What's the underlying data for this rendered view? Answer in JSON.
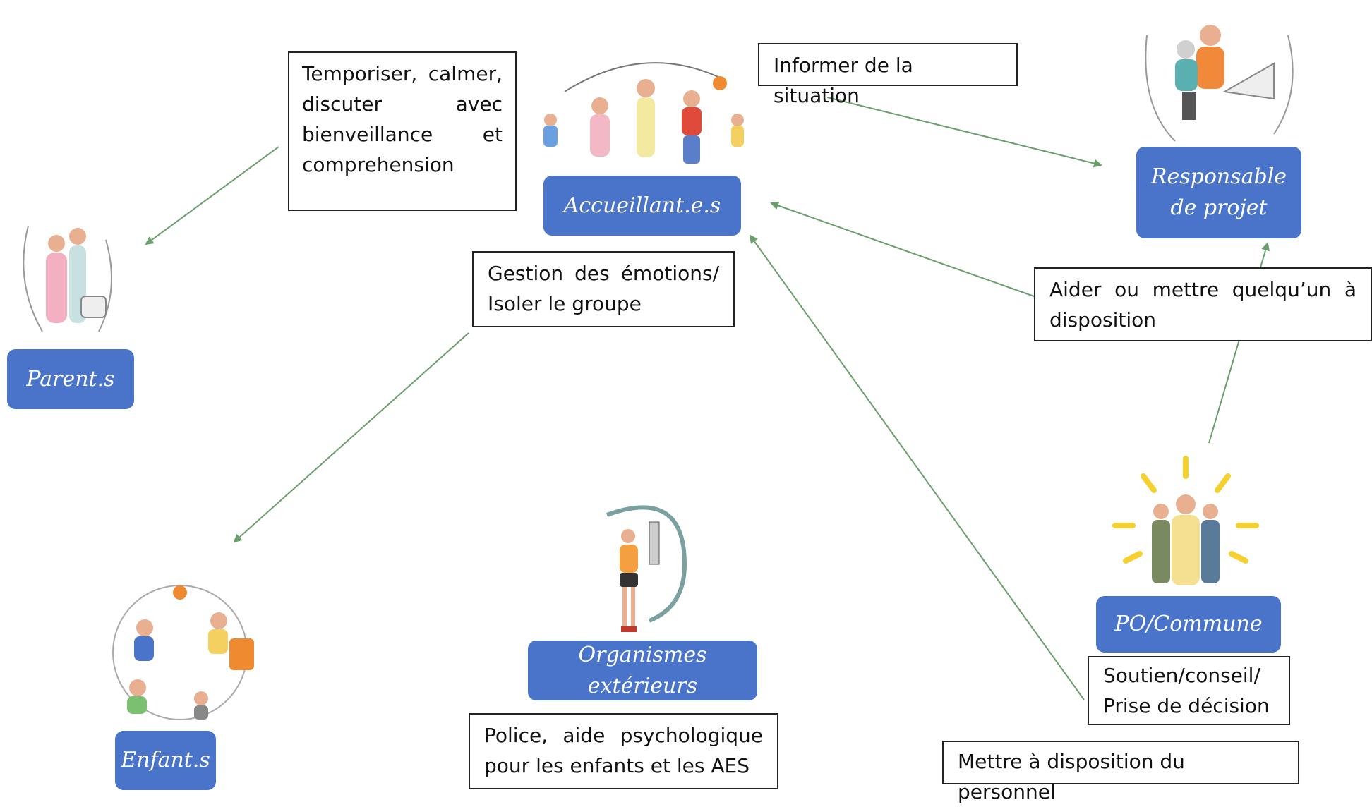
{
  "actors": {
    "accueillants": "Accueillant.e.s",
    "responsable_l1": "Responsable",
    "responsable_l2": "de projet",
    "parents": "Parent.s",
    "enfants": "Enfant.s",
    "organismes": "Organismes extérieurs",
    "po_commune": "PO/Commune"
  },
  "notes": {
    "temporiser": [
      "Temporiser, calmer,",
      "discuter avec",
      "bienveillance et",
      "comprehension"
    ],
    "informer": "Informer de la situation",
    "gestion": [
      "Gestion des émotions/",
      "Isoler le groupe"
    ],
    "aider": [
      "Aider ou mettre quelqu’un à",
      "disposition"
    ],
    "soutien": [
      "Soutien/conseil/",
      "Prise de décision"
    ],
    "police": [
      "Police, aide psychologique",
      "pour les enfants et les AES"
    ],
    "mettre": "Mettre à disposition du personnel"
  },
  "colors": {
    "actor_fill": "#4a74c9",
    "arrow": "#6a9e6a",
    "note_border": "#222222"
  }
}
